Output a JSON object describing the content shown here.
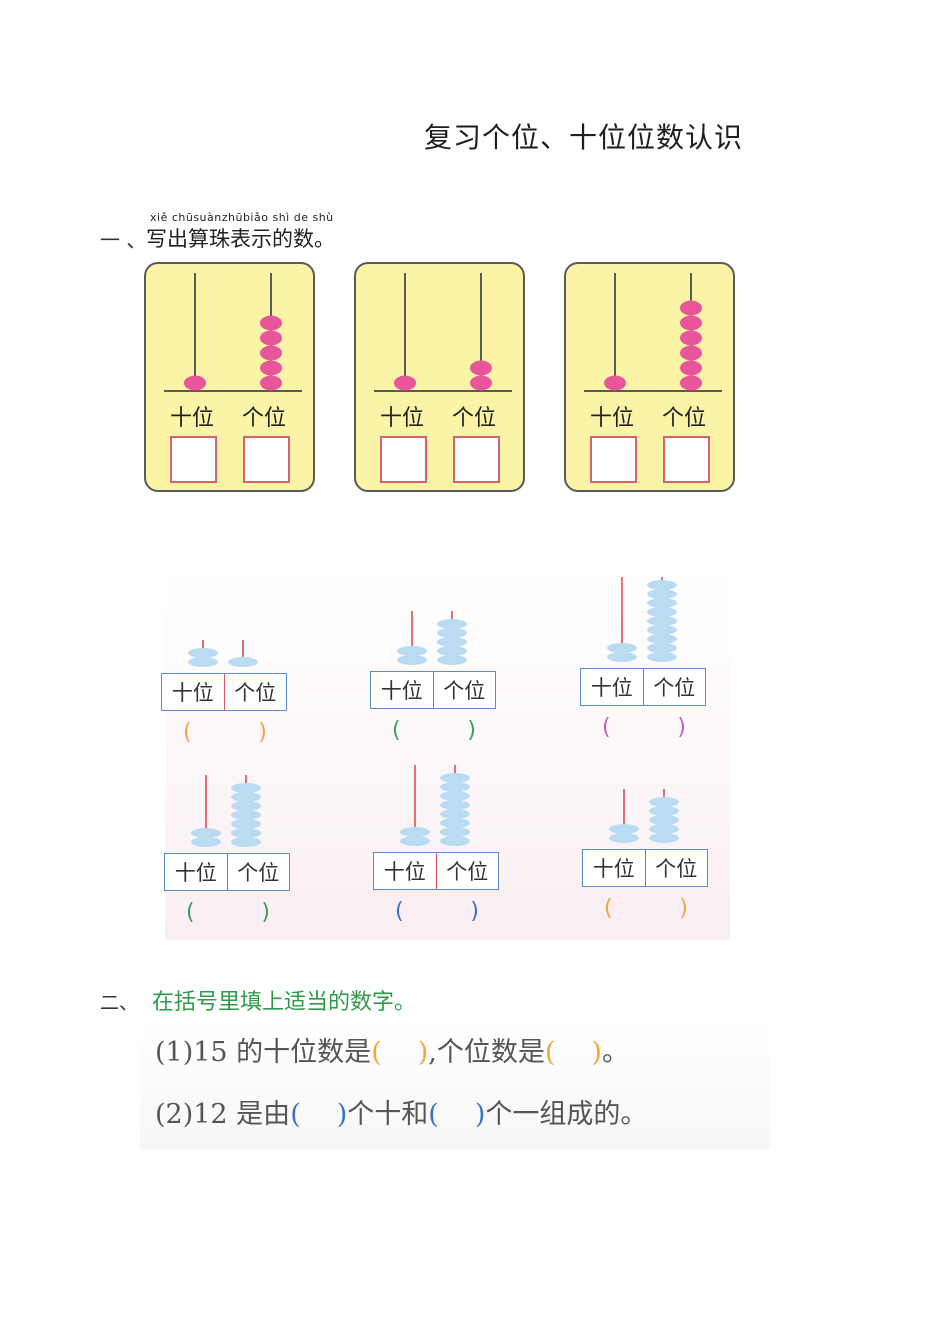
{
  "title": "复习个位、十位位数认识",
  "section1": {
    "number": "一 、",
    "pinyin": "xiě chūsuànzhūbiǎo shì  de  shù",
    "text": "写出算珠表示的数。",
    "tens_label": "十位",
    "ones_label": "个位",
    "cards": [
      {
        "tens": 1,
        "ones": 5
      },
      {
        "tens": 1,
        "ones": 2
      },
      {
        "tens": 1,
        "ones": 6
      }
    ]
  },
  "section1b": {
    "tens_label": "十位",
    "ones_label": "个位",
    "open": "(",
    "close": ")",
    "colors": {
      "bead": "#b9dcf2",
      "rod": "#d8424f",
      "table": "#5b8cc9"
    },
    "items": [
      {
        "tens": 2,
        "ones": 1,
        "paren_color": "#f2a14a"
      },
      {
        "tens": 2,
        "ones": 5,
        "paren_color": "#39a05b"
      },
      {
        "tens": 2,
        "ones": 9,
        "paren_color": "#c064b5"
      },
      {
        "tens": 2,
        "ones": 7,
        "paren_color": "#39a05b"
      },
      {
        "tens": 2,
        "ones": 8,
        "paren_color": "#3a73c6"
      },
      {
        "tens": 2,
        "ones": 5,
        "paren_color": "#f2a14a"
      }
    ]
  },
  "section2": {
    "number": "二、",
    "text": "在括号里填上适当的数字。",
    "q1": {
      "a": "(1)15 的十位数是",
      "o1": "(",
      "c1": ")",
      "b": ",个位数是",
      "o2": "(",
      "c2": ")",
      "end": "。"
    },
    "q2": {
      "a": "(2)12 是由",
      "o1": "(",
      "c1": ")",
      "b": "个十和",
      "o2": "(",
      "c2": ")",
      "end": "个一组成的。"
    }
  }
}
